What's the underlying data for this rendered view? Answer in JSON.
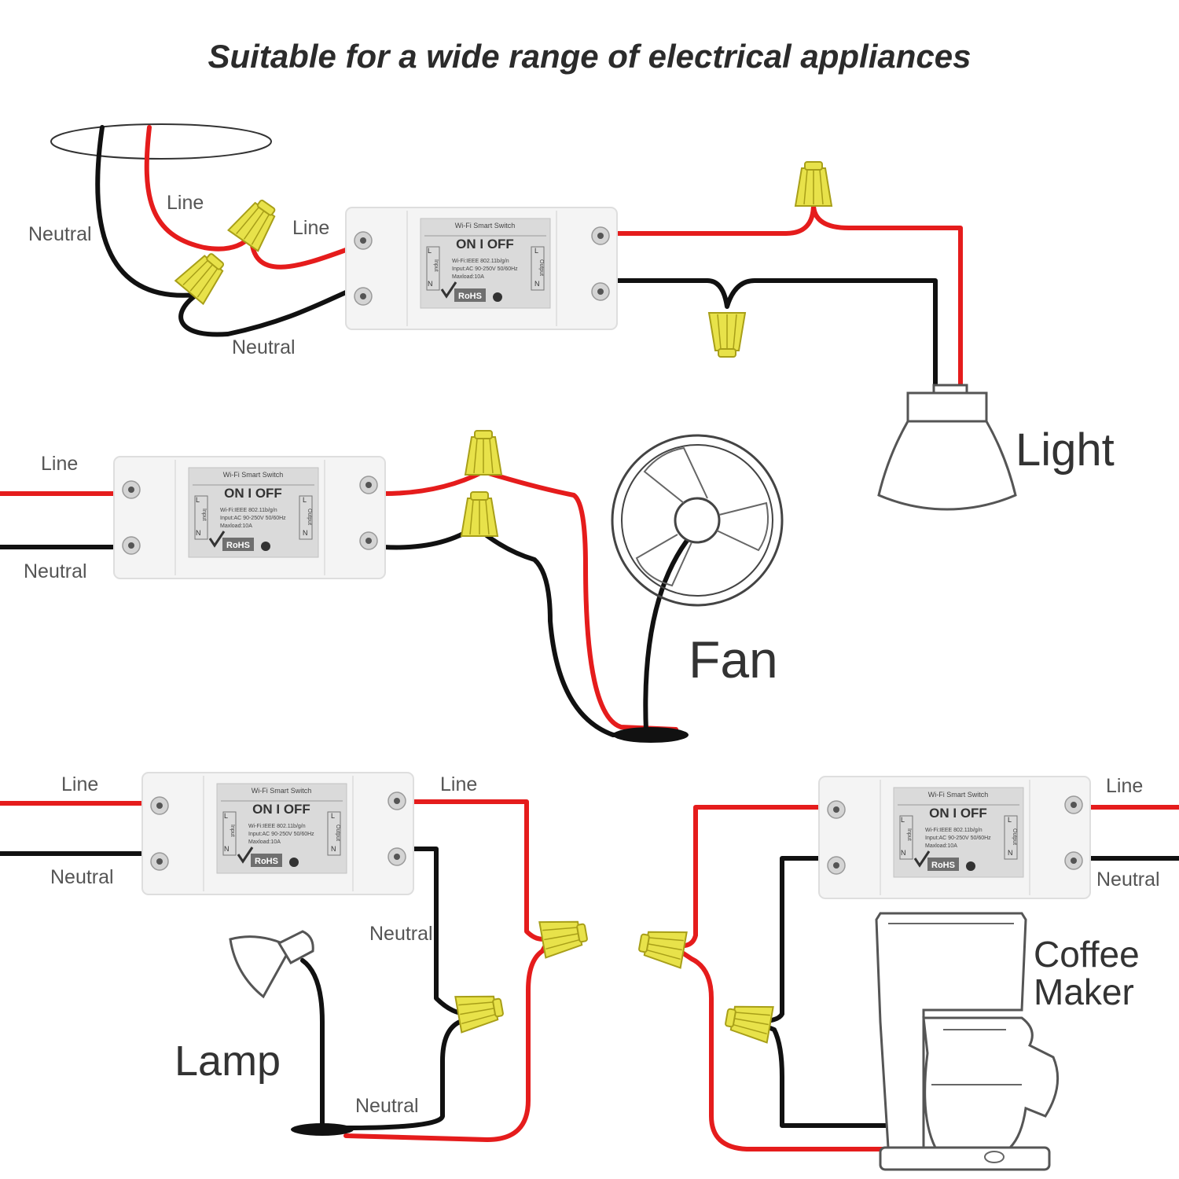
{
  "title": "Suitable for a wide range of electrical appliances",
  "switch_label": {
    "name": "Wi-Fi Smart Switch",
    "on_off": "ON  I  OFF",
    "spec_line1": "Wi-Fi:IEEE 802.11b/g/n",
    "spec_line2": "Input:AC 90-250V 50/60Hz",
    "spec_line3": "Maxload:10A",
    "rohs": "RoHS",
    "input": "Input",
    "output": "Output",
    "l": "L",
    "n": "N"
  },
  "wire_labels": {
    "line": "Line",
    "neutral": "Neutral"
  },
  "appliances": {
    "light": "Light",
    "fan": "Fan",
    "lamp": "Lamp",
    "coffee_line1": "Coffee",
    "coffee_line2": "Maker"
  },
  "colors": {
    "line_wire": "#e51c1c",
    "neutral_wire": "#111111",
    "wire_nut": "#e8e24a"
  }
}
